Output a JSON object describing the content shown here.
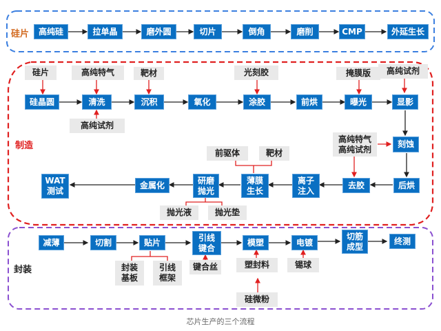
{
  "caption": "芯片生产的三个流程",
  "colors": {
    "process_box": "#0a6fc2",
    "material_box": "#e9e9e9",
    "wafer_region": "#3b7fe0",
    "fab_region": "#e02020",
    "package_region": "#8a4fd0",
    "flow_arrow": "#222222",
    "material_arrow": "#e02020"
  },
  "regions": {
    "wafer": {
      "label": "硅片",
      "steps": [
        "高纯硅",
        "拉单晶",
        "磨外圆",
        "切片",
        "倒角",
        "磨削",
        "CMP",
        "外延生长"
      ]
    },
    "fab": {
      "label": "制造",
      "steps": {
        "wafer_in": "硅晶圆",
        "clean": "清洗",
        "deposit": "沉积",
        "oxidize": "氧化",
        "coat": "涂胶",
        "prebake": "前烘",
        "expose": "曝光",
        "develop": "显影",
        "etch": "刻蚀",
        "postbake": "后烘",
        "strip": "去胶",
        "implant": "离子\n注入",
        "film": "薄膜\n生长",
        "cmp": "研磨\n抛光",
        "metal": "金属化",
        "wat": "WAT\n测试"
      },
      "materials": {
        "silicon_wafer": "硅片",
        "gas": "高纯特气",
        "reagent_clean": "高纯试剂",
        "target_deposit": "靶材",
        "photoresist": "光刻胶",
        "mask": "掩膜版",
        "reagent_develop": "高纯试剂",
        "gas_reagent": "高纯特气\n高纯试剂",
        "precursor": "前驱体",
        "target_film": "靶材",
        "slurry": "抛光液",
        "pad": "抛光垫"
      }
    },
    "package": {
      "label": "封装",
      "steps": {
        "thin": "减薄",
        "dice": "切割",
        "attach": "贴片",
        "bond": "引线\n键合",
        "mold": "模塑",
        "plate": "电镀",
        "trim": "切筋\n成型",
        "test": "终测"
      },
      "materials": {
        "substrate": "封装\n基板",
        "leadframe": "引线\n框架",
        "wire": "键合丝",
        "compound": "塑封料",
        "solder": "锡球",
        "silica": "硅微粉"
      }
    }
  }
}
